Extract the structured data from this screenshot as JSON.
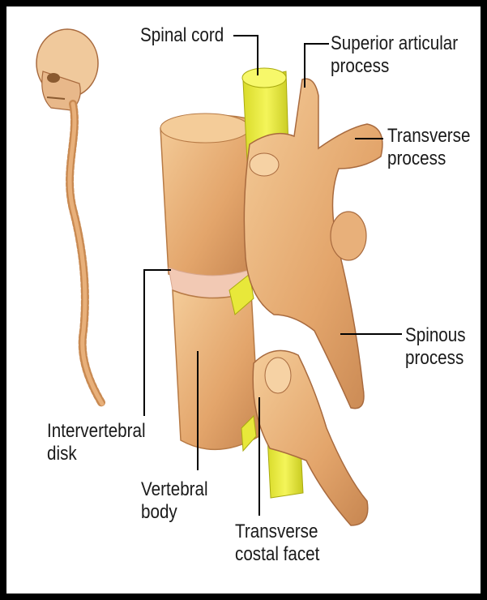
{
  "labels": {
    "spinal_cord": "Spinal cord",
    "superior_articular_process": "Superior articular\nprocess",
    "transverse_process": "Transverse\nprocess",
    "spinous_process": "Spinous\nprocess",
    "intervertebral_disk": "Intervertebral\ndisk",
    "vertebral_body": "Vertebral\nbody",
    "transverse_costal_facet": "Transverse\ncostal facet"
  },
  "colors": {
    "bone": "#e8b07a",
    "bone_shadow": "#c98a52",
    "bone_light": "#f6d2a4",
    "spinal_cord": "#eef04a",
    "disk": "#f2c9b4",
    "leader_line": "#000000",
    "frame": "#000000"
  }
}
